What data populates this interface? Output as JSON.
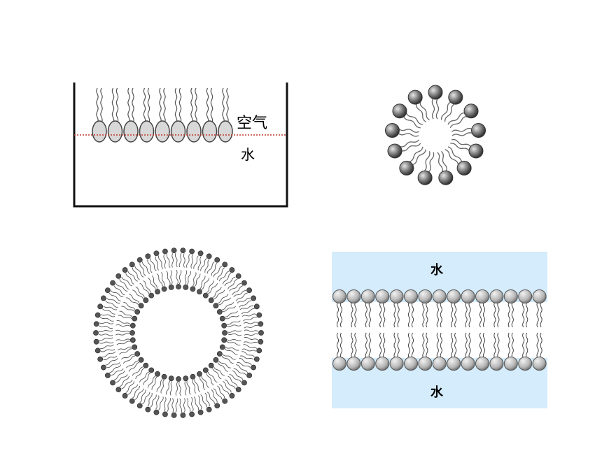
{
  "monolayer": {
    "label_air": "空气",
    "label_water": "水",
    "molecule_count": 9
  },
  "micelle": {
    "molecule_count": 13
  },
  "liposome": {
    "outer_count": 58,
    "inner_count": 40
  },
  "bilayer": {
    "label_top": "水",
    "label_bottom": "水",
    "molecules_per_row": 15,
    "colors": {
      "water_background": "#d4ecfb",
      "head_fill": "#c9c9c9"
    }
  },
  "colors": {
    "container_border": "#111111",
    "interface_line": "#c0392b",
    "head_fill_dark": "#666666",
    "tail_stroke": "#555555"
  }
}
